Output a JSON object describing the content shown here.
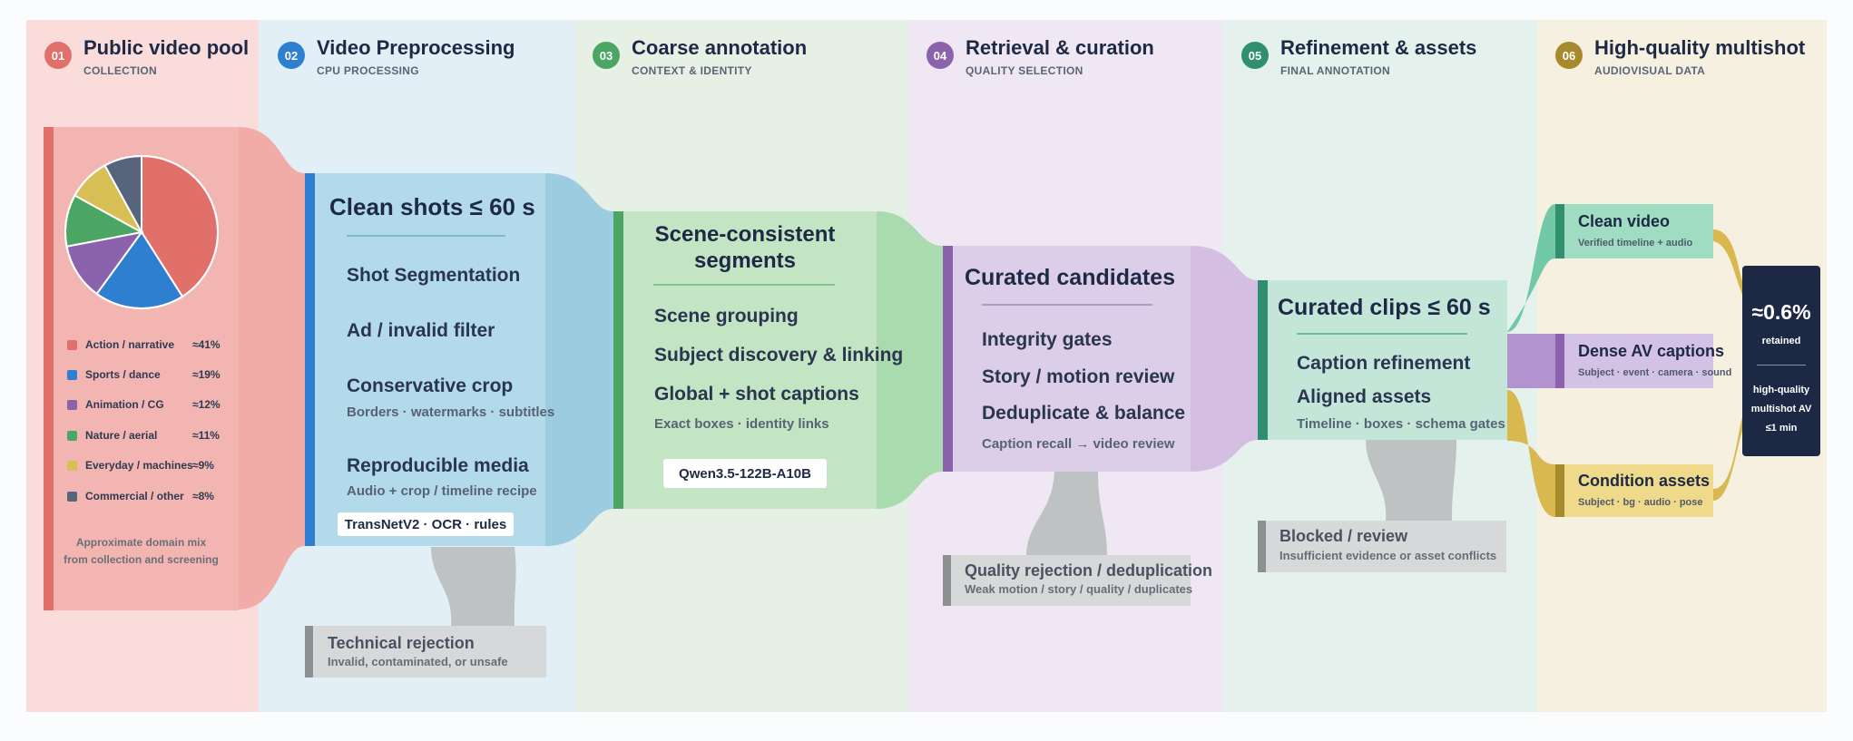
{
  "colors": {
    "pool": "#e2706a",
    "preprocess": "#2f7fd0",
    "coarse": "#4aa662",
    "retrieval": "#8b63ad",
    "refine": "#2f8f6e",
    "multishot": "#a88a2e"
  },
  "stages": [
    {
      "num": "01",
      "title": "Public video pool",
      "subtitle": "COLLECTION"
    },
    {
      "num": "02",
      "title": "Video Preprocessing",
      "subtitle": "CPU PROCESSING"
    },
    {
      "num": "03",
      "title": "Coarse annotation",
      "subtitle": "CONTEXT & IDENTITY"
    },
    {
      "num": "04",
      "title": "Retrieval & curation",
      "subtitle": "QUALITY SELECTION"
    },
    {
      "num": "05",
      "title": "Refinement & assets",
      "subtitle": "FINAL ANNOTATION"
    },
    {
      "num": "06",
      "title": "High-quality multishot",
      "subtitle": "AUDIOVISUAL DATA"
    }
  ],
  "pool": {
    "legend": [
      {
        "label": "Action / narrative",
        "pct": "≈41%",
        "value": 41,
        "color": "#e2706a"
      },
      {
        "label": "Sports / dance",
        "pct": "≈19%",
        "value": 19,
        "color": "#2f7fd0"
      },
      {
        "label": "Animation / CG",
        "pct": "≈12%",
        "value": 12,
        "color": "#8b63ad"
      },
      {
        "label": "Nature / aerial",
        "pct": "≈11%",
        "value": 11,
        "color": "#4aa662"
      },
      {
        "label": "Everyday / machines",
        "pct": "≈9%",
        "value": 9,
        "color": "#d7bf55"
      },
      {
        "label": "Commercial / other",
        "pct": "≈8%",
        "value": 8,
        "color": "#56657b"
      }
    ],
    "note_line1": "Approximate domain mix",
    "note_line2": "from collection and screening"
  },
  "preprocess": {
    "title": "Clean shots ≤ 60 s",
    "items": [
      "Shot Segmentation",
      "Ad / invalid filter",
      "Conservative crop",
      "Reproducible media"
    ],
    "item_subs": [
      "Borders · watermarks · subtitles",
      "Audio + crop / timeline recipe"
    ],
    "tag": "TransNetV2 · OCR · rules"
  },
  "coarse": {
    "title_line1": "Scene-consistent",
    "title_line2": "segments",
    "items": [
      "Scene grouping",
      "Subject discovery & linking",
      "Global + shot captions"
    ],
    "item_sub": "Exact boxes · identity links",
    "tag": "Qwen3.5-122B-A10B"
  },
  "retrieval": {
    "title": "Curated candidates",
    "items": [
      "Integrity gates",
      "Story / motion review",
      "Deduplicate & balance"
    ],
    "item_sub": "Caption recall → video review"
  },
  "refine": {
    "title": "Curated clips ≤ 60 s",
    "items": [
      "Caption refinement",
      "Aligned assets"
    ],
    "item_sub": "Timeline · boxes · schema gates"
  },
  "rejections": [
    {
      "title": "Technical rejection",
      "subtitle": "Invalid, contaminated, or unsafe"
    },
    {
      "title": "Quality rejection / deduplication",
      "subtitle": "Weak motion / story / quality / duplicates"
    },
    {
      "title": "Blocked / review",
      "subtitle": "Insufficient evidence or asset conflicts"
    }
  ],
  "outputs": [
    {
      "title": "Clean video",
      "subtitle": "Verified timeline + audio"
    },
    {
      "title": "Dense AV captions",
      "subtitle": "Subject · event · camera · sound"
    },
    {
      "title": "Condition assets",
      "subtitle": "Subject · bg · audio · pose"
    }
  ],
  "summary": {
    "value": "≈0.6%",
    "label": "retained",
    "desc_line1": "high-quality",
    "desc_line2": "multishot AV",
    "desc_line3": "≤1 min"
  }
}
